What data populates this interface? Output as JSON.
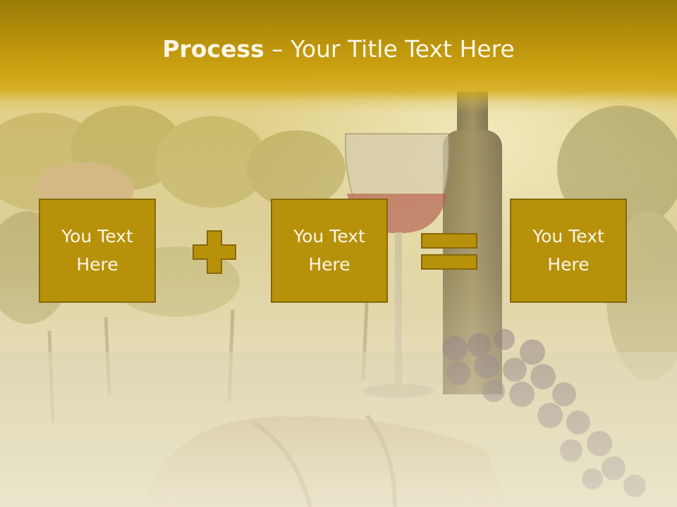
{
  "slide": {
    "title_bold": "Process",
    "title_rest": " – Your Title Text Here",
    "boxes": [
      {
        "line1": "You Text",
        "line2": "Here"
      },
      {
        "line1": "You Text",
        "line2": "Here"
      },
      {
        "line1": "You Text",
        "line2": "Here"
      }
    ],
    "operators": [
      "plus-icon",
      "equals-icon"
    ]
  },
  "colors": {
    "title_band": "#b58f0a",
    "box_fill": "#b8910b",
    "box_border": "#86680a",
    "text": "#fbf6e6"
  }
}
